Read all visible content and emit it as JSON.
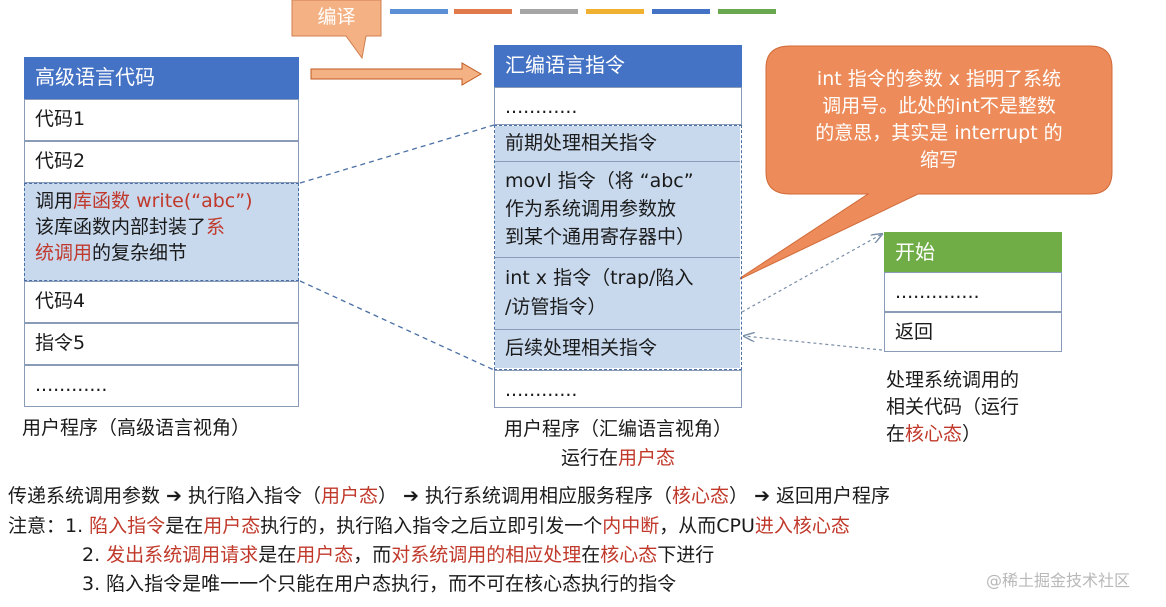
{
  "top_tag": "编译",
  "deco_colors": [
    "#5b8fd6",
    "#e07a4a",
    "#a5a5a5",
    "#f0b030",
    "#4472c4",
    "#6aa84f"
  ],
  "left_table": {
    "header": "高级语言代码",
    "row1": "代码1",
    "row2": "代码2",
    "row3_line1_a": "调用",
    "row3_line1_b": "库函数",
    "row3_line1_c": " write(“abc”)",
    "row3_line2_a": "该库函数内部封装了",
    "row3_line2_b": "系",
    "row3_line3_a": "统调用",
    "row3_line3_b": "的复杂细节",
    "row4": "代码4",
    "row5": "指令5",
    "row6": "............",
    "caption": "用户程序（高级语言视角）"
  },
  "mid_table": {
    "header": "汇编语言指令",
    "row1": "............",
    "row2": "前期处理相关指令",
    "row3_line1": "movl 指令（将 “abc”",
    "row3_line2": "作为系统调用参数放",
    "row3_line3": "到某个通用寄存器中）",
    "row4_line1": "int x 指令（trap/陷入",
    "row4_line2": "/访管指令）",
    "row5": "后续处理相关指令",
    "row6": "............",
    "caption_line1": "用户程序（汇编语言视角）",
    "caption_line2_a": "运行在",
    "caption_line2_b": "用户态"
  },
  "callout": {
    "line1": "int 指令的参数 x 指明了系统",
    "line2": "调用号。此处的int不是整数",
    "line3": "的意思，其实是 interrupt 的",
    "line4": "缩写"
  },
  "right_table": {
    "header": "开始",
    "row1": "..............",
    "row2": "返回",
    "caption_line1": "处理系统调用的",
    "caption_line2": "相关代码（运行",
    "caption_line3_a": "在",
    "caption_line3_b": "核心态",
    "caption_line3_c": "）"
  },
  "flow": {
    "s1": "传递系统调用参数 ➔ 执行陷入指令（",
    "s2": "用户态",
    "s3": "） ➔ 执行系统调用相应服务程序（",
    "s4": "核心态",
    "s5": "） ➔ 返回用户程序"
  },
  "notes": {
    "n1_prefix": "注意：1. ",
    "n1_a": "陷入指令",
    "n1_b": "是在",
    "n1_c": "用户态",
    "n1_d": "执行的，执行陷入指令之后立即引发一个",
    "n1_e": "内中断",
    "n1_f": "，从而CPU",
    "n1_g": "进入核心态",
    "n2_prefix": "2. ",
    "n2_a": "发出系统调用请求",
    "n2_b": "是在",
    "n2_c": "用户态",
    "n2_d": "，而",
    "n2_e": "对系统调用的相应处理",
    "n2_f": "在",
    "n2_g": "核心态",
    "n2_h": "下进行",
    "n3": "3. 陷入指令是唯一一个只能在用户态执行，而不可在核心态执行的指令"
  },
  "watermark": "@稀土掘金技术社区"
}
